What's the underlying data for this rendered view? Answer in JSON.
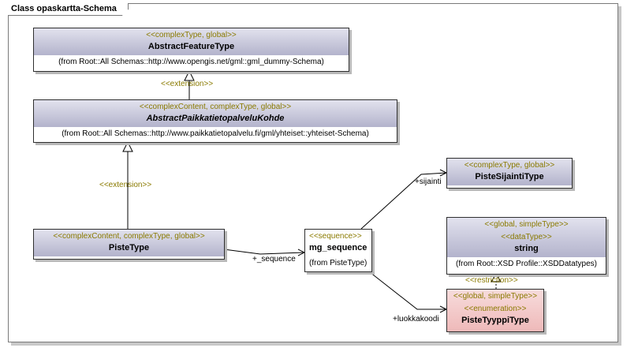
{
  "diagram": {
    "title": "Class opaskartta-Schema"
  },
  "classes": {
    "abstract_feature_type": {
      "stereotype": "<<complexType, global>>",
      "name": "AbstractFeatureType",
      "from": "(from Root::All Schemas::http://www.opengis.net/gml::gml_dummy-Schema)"
    },
    "abstract_kohde": {
      "stereotype": "<<complexContent, complexType, global>>",
      "name": "AbstractPaikkatietopalveluKohde",
      "from": "(from Root::All Schemas::http://www.paikkatietopalvelu.fi/gml/yhteiset::yhteiset-Schema)"
    },
    "piste_type": {
      "stereotype": "<<complexContent, complexType, global>>",
      "name": "PisteType"
    },
    "mg_sequence": {
      "stereotype": "<<sequence>>",
      "name": "mg_sequence",
      "from": "(from PisteType)"
    },
    "piste_sijainti_type": {
      "stereotype": "<<complexType, global>>",
      "name": "PisteSijaintiType"
    },
    "string_type": {
      "stereotype": "<<global, simpleType>>",
      "stereotype2": "<<dataType>>",
      "name": "string",
      "from": "(from Root::XSD Profile::XSDDatatypes)"
    },
    "piste_tyyppi_type": {
      "stereotype": "<<global, simpleType>>",
      "stereotype2": "<<enumeration>>",
      "name": "PisteTyyppiType"
    }
  },
  "relations": {
    "extension_top": "<<extension>>",
    "extension_left": "<<extension>>",
    "restriction": "<<restriction>>",
    "sequence_role": "+_sequence",
    "sijainti_role": "+sijainti",
    "luokkakoodi_role": "+luokkakoodi"
  },
  "colors": {
    "class_head": "#b3b3cc",
    "enum_head": "#eeb6b6",
    "stereotype_text": "#8a7a00"
  }
}
